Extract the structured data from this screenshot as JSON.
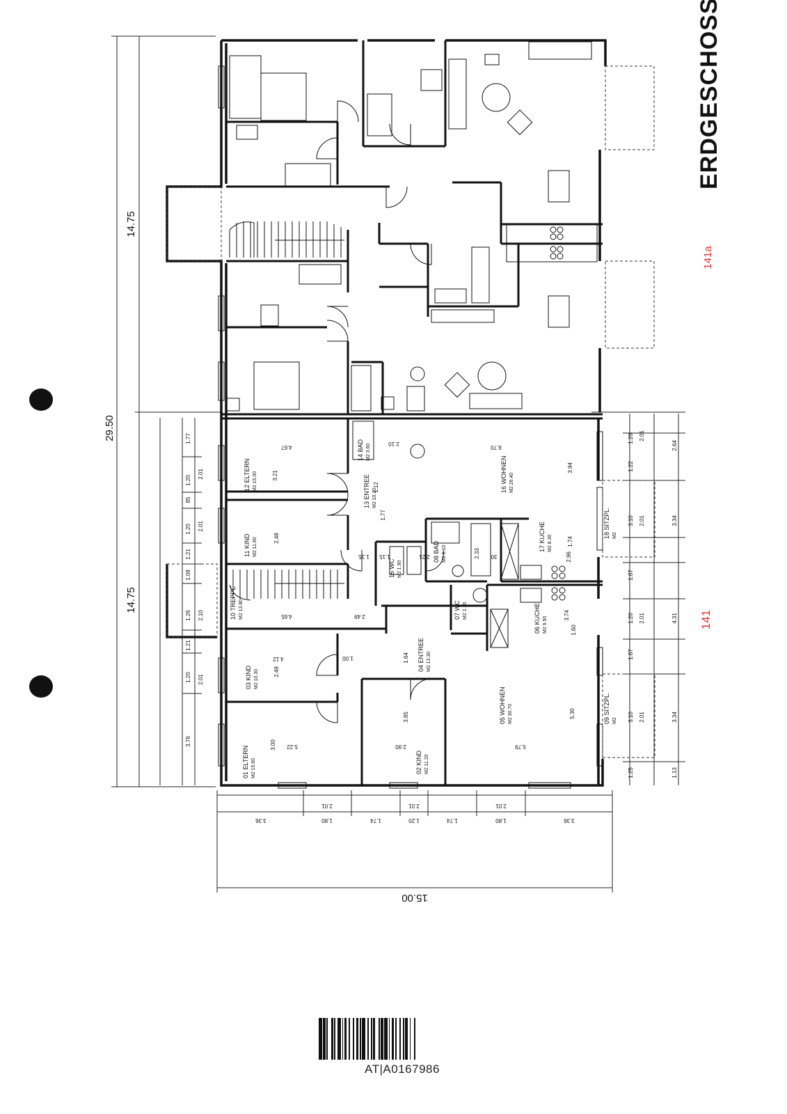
{
  "sheet": {
    "title": "ERDGESCHOSS",
    "barcode_text": "AT|A0167986",
    "pencil_marks": [
      "141a",
      "141"
    ]
  },
  "overall_dimensions": {
    "total_height": "29.50",
    "upper_half": "14.75",
    "lower_half": "14.75",
    "total_width": "15.00"
  },
  "rooms": [
    {
      "id": "01",
      "name": "ELTERN",
      "area_label": "M2",
      "area": "15.60"
    },
    {
      "id": "02",
      "name": "KIND",
      "area_label": "M2",
      "area": "11.20"
    },
    {
      "id": "03",
      "name": "KIND",
      "area_label": "M2",
      "area": "10.30"
    },
    {
      "id": "04",
      "name": "ENTREE",
      "area_label": "M2",
      "area": "13.30"
    },
    {
      "id": "05",
      "name": "WOHNEN",
      "area_label": "M2",
      "area": "30.70"
    },
    {
      "id": "06",
      "name": "KUCHE",
      "area_label": "M2",
      "area": "9.50"
    },
    {
      "id": "07",
      "name": "WC",
      "area_label": "M2",
      "area": "2.10"
    },
    {
      "id": "08",
      "name": "BAD",
      "area_label": "M2",
      "area": "5.10"
    },
    {
      "id": "09",
      "name": "SITZPL.",
      "area_label": "M2",
      "area": ""
    },
    {
      "id": "10",
      "name": "TREPPE",
      "area_label": "M2",
      "area": "13.80"
    },
    {
      "id": "11",
      "name": "KIND",
      "area_label": "M2",
      "area": "11.60"
    },
    {
      "id": "12",
      "name": "ELTERN",
      "area_label": "M2",
      "area": "15.00"
    },
    {
      "id": "13",
      "name": "ENTREE",
      "area_label": "M2",
      "area": "10.20"
    },
    {
      "id": "14",
      "name": "BAD",
      "area_label": "M2",
      "area": "3.60"
    },
    {
      "id": "15",
      "name": "WC",
      "area_label": "M2",
      "area": "1.90"
    },
    {
      "id": "16",
      "name": "WOHNEN",
      "area_label": "M2",
      "area": "26.40"
    },
    {
      "id": "17",
      "name": "KUCHE",
      "area_label": "M2",
      "area": "8.30"
    },
    {
      "id": "18",
      "name": "SITZPL.",
      "area_label": "M2",
      "area": ""
    }
  ],
  "dimension_labels": {
    "left_chain": [
      "1.77",
      "1.20",
      "85",
      "1.20",
      "1.21",
      "1.08",
      "1.26",
      "1.21",
      "1.20",
      "3.76"
    ],
    "left_inner": [
      "2.01",
      "2.01",
      "2.10",
      "2.01"
    ],
    "right_chain": [
      "1.20",
      "1.22",
      "3.10",
      "1.67",
      "1.20",
      "1.67",
      "3.10",
      "1.25"
    ],
    "right_inner": [
      "2.01",
      "2.01",
      "2.01",
      "2.01"
    ],
    "right_outer": [
      "2.64",
      "3.34",
      "4.31",
      "3.34",
      "1.13"
    ],
    "bottom_chain": [
      "3.36",
      "1.80",
      "1.74",
      "1.20",
      "1.74",
      "1.80",
      "3.36"
    ],
    "bottom_inner": [
      "2.01",
      "2.01",
      "2.01"
    ],
    "interior": [
      "4.67",
      "6.70",
      "3.21",
      "1.12",
      "3.94",
      "2.48",
      "1.77",
      "1.74",
      "2.96",
      "4.65",
      "1.15",
      "1.15",
      "2.49",
      "3.74",
      "1.60",
      "4.12",
      "1.00",
      "2.49",
      "1.64",
      "5.22",
      "3.00",
      "2.90",
      "3.85",
      "5.79",
      "5.30",
      "2.10",
      "2.21",
      "2.33",
      "30"
    ]
  }
}
